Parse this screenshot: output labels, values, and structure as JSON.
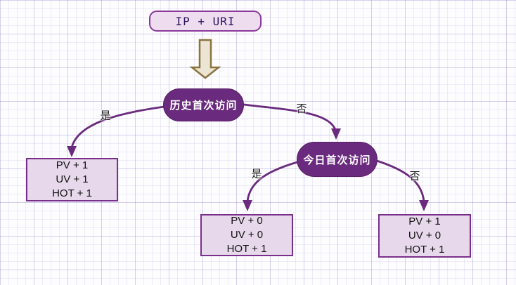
{
  "diagram": {
    "title_hint": "PV/UV/HOT counting flowchart",
    "start": {
      "label": "IP + URI"
    },
    "decisions": {
      "first_visit_ever": {
        "label": "历史首次访问"
      },
      "first_visit_today": {
        "label": "今日首次访问"
      }
    },
    "outcomes": {
      "left": {
        "lines": [
          "PV + 1",
          "UV + 1",
          "HOT + 1"
        ]
      },
      "middle": {
        "lines": [
          "PV + 0",
          "UV + 0",
          "HOT + 1"
        ]
      },
      "right": {
        "lines": [
          "PV + 1",
          "UV + 0",
          "HOT + 1"
        ]
      }
    },
    "edge_labels": {
      "d1_yes": "是",
      "d1_no": "否",
      "d2_yes": "是",
      "d2_no": "否"
    },
    "colors": {
      "decision_fill": "#6a2a7d",
      "decision_text": "#ffffff",
      "result_fill": "#e7d9eb",
      "result_border": "#7b2f8d",
      "start_fill": "#edddef",
      "start_border": "#8c3a9c",
      "start_text": "#2b1461",
      "edge_stroke": "#6a2a7d",
      "block_arrow_fill": "#ece5d4",
      "block_arrow_border": "#8a7340",
      "grid_line": "#e2def0",
      "canvas_bg": "#fdfdff"
    }
  }
}
